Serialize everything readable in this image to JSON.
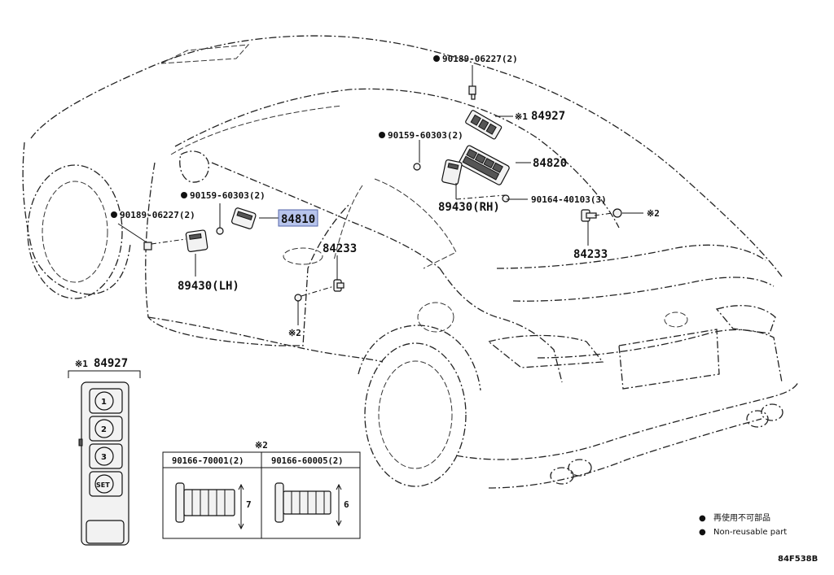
{
  "callouts": {
    "bolt_top": "90189-06227(2)",
    "switch_rh_top": "84927",
    "switch_rh_top_note": "※1",
    "bolt_mid_rh": "90159-60303(2)",
    "switch_rh_main": "84820",
    "bolt_rh_lower": "90164-40103(3)",
    "module_rh": "89430(RH)",
    "note2_rh": "※2",
    "bracket_rh": "84233",
    "bolt_mid_lh": "90159-60303(2)",
    "bolt_lh_left": "90189-06227(2)",
    "switch_lh_main": "84810",
    "module_lh": "89430(LH)",
    "bracket_lh": "84233",
    "note2_lh": "※2"
  },
  "detail": {
    "title_note": "※1",
    "title_part": "84927",
    "buttons": [
      "1",
      "2",
      "3",
      "SET"
    ]
  },
  "screw_table": {
    "title": "※2",
    "columns": [
      {
        "part": "90166-70001(2)",
        "dim": "7"
      },
      {
        "part": "90166-60005(2)",
        "dim": "6"
      }
    ]
  },
  "legend": {
    "items": [
      {
        "symbol": "●",
        "text": "再使用不可部品"
      },
      {
        "symbol": "●",
        "text": "Non-reusable part"
      }
    ]
  },
  "diagram_code": "84F538B",
  "colors": {
    "highlight_fill": "#b7c4ec",
    "highlight_stroke": "#5566aa",
    "line": "#111111"
  }
}
